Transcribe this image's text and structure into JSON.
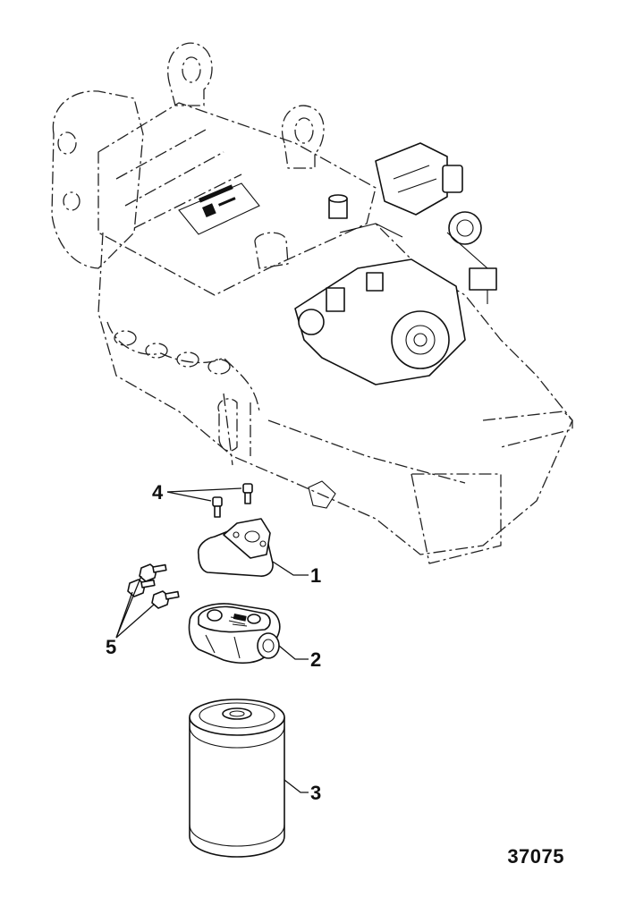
{
  "figure": {
    "figure_number": "37075",
    "callouts": [
      {
        "id": "1",
        "label": "1"
      },
      {
        "id": "2",
        "label": "2"
      },
      {
        "id": "3",
        "label": "3"
      },
      {
        "id": "4",
        "label": "4"
      },
      {
        "id": "5",
        "label": "5"
      }
    ]
  }
}
